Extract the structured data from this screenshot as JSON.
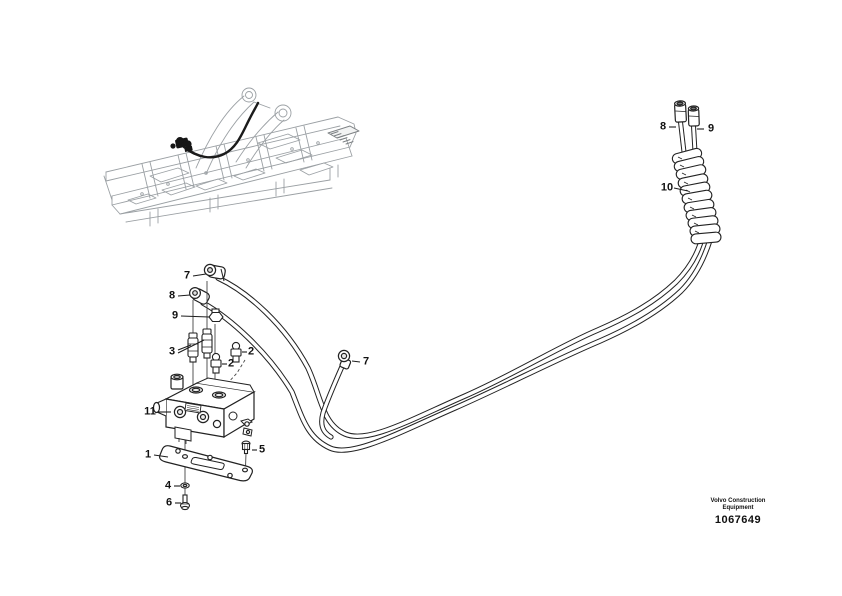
{
  "figure": {
    "type": "exploded-parts-diagram",
    "line_color": "#1d1d1d",
    "inset_color": "#9ba0a4",
    "background": "#ffffff"
  },
  "footer": {
    "brand_line1": "Volvo Construction",
    "brand_line2": "Equipment",
    "part_number": "1067649"
  },
  "callouts": [
    {
      "ref": "7",
      "part": "elbow-fitting-top-left"
    },
    {
      "ref": "8",
      "part": "elbow-fitting-left"
    },
    {
      "ref": "9",
      "part": "hex-nut-fitting-left"
    },
    {
      "ref": "3",
      "part": "straight-adapters-pair"
    },
    {
      "ref": "2",
      "part": "nipple-fitting-lower"
    },
    {
      "ref": "2",
      "part": "nipple-fitting-upper"
    },
    {
      "ref": "11",
      "part": "control-valve"
    },
    {
      "ref": "1",
      "part": "mounting-plate"
    },
    {
      "ref": "5",
      "part": "bolt-right"
    },
    {
      "ref": "4",
      "part": "washer"
    },
    {
      "ref": "6",
      "part": "bolt-bottom"
    },
    {
      "ref": "7",
      "part": "hose-ring-end-middle"
    },
    {
      "ref": "8",
      "part": "hose-end-right-left"
    },
    {
      "ref": "9",
      "part": "hose-end-right-right"
    },
    {
      "ref": "10",
      "part": "spiral-hose-guard"
    }
  ]
}
